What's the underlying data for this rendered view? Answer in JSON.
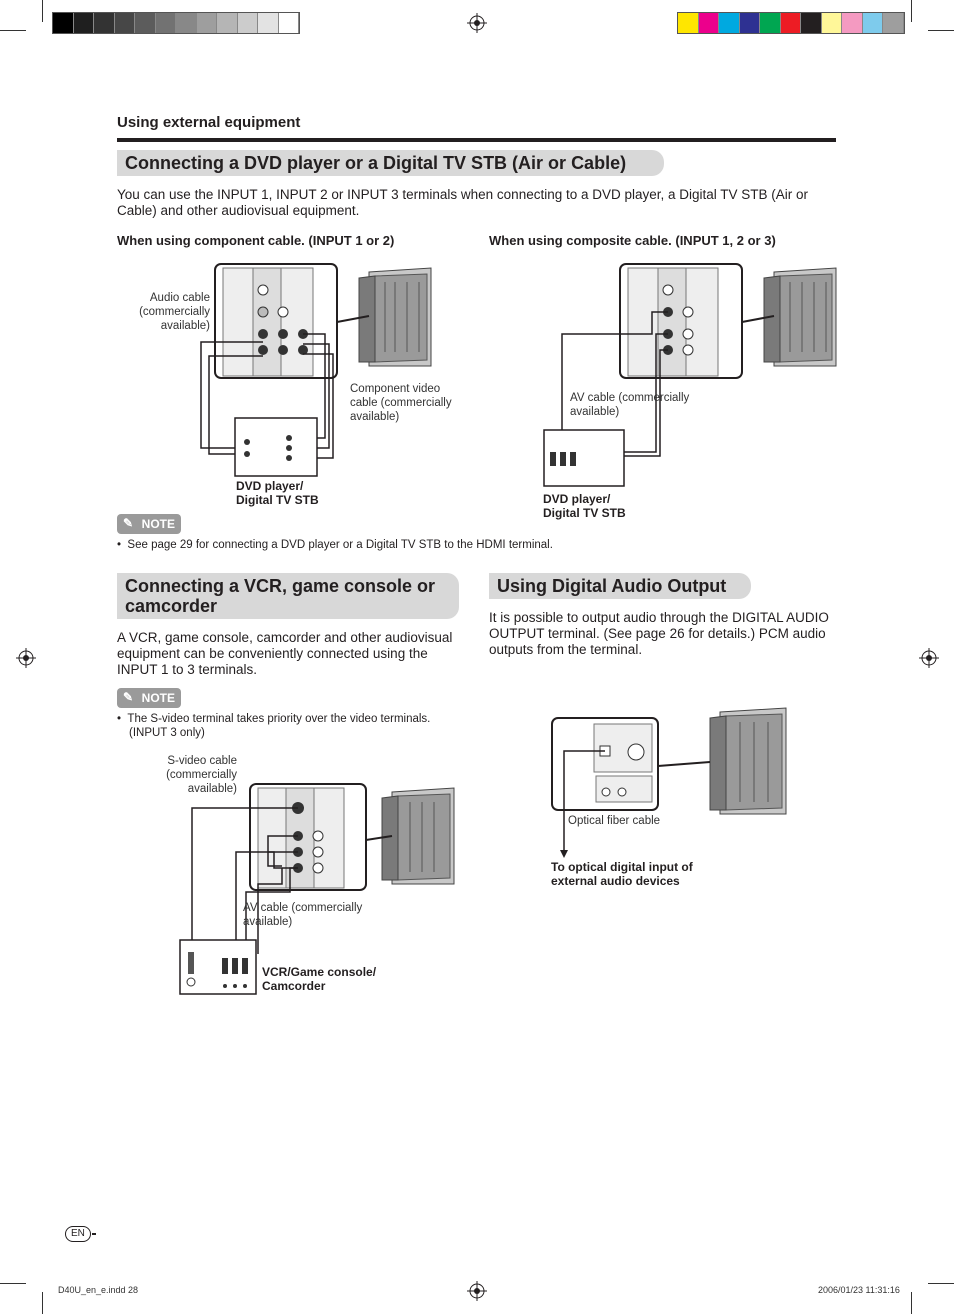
{
  "colors": {
    "grayscale": [
      "#000000",
      "#1f1f1f",
      "#333333",
      "#474747",
      "#5c5c5c",
      "#727272",
      "#888888",
      "#9e9e9e",
      "#b5b5b5",
      "#cccccc",
      "#e3e3e3",
      "#ffffff"
    ],
    "process": [
      "#ffe600",
      "#ec008c",
      "#00a9e0",
      "#2e3192",
      "#00a651",
      "#ed1c24",
      "#231f20",
      "#fff799",
      "#f49ac1",
      "#7ecbec",
      "#9e9e9e"
    ],
    "heading_bg": "#d8d8d8",
    "text": "#231f20"
  },
  "page": {
    "section": "Using external equipment",
    "page_lang": "EN",
    "footer_file": "D40U_en_e.indd   28",
    "footer_stamp": "2006/01/23   11:31:16"
  },
  "dvd": {
    "heading": "Connecting a DVD player or a Digital TV STB (Air or Cable)",
    "intro": "You can use the INPUT 1, INPUT 2 or INPUT 3 terminals when connecting to a DVD player, a Digital TV STB (Air or Cable) and other audiovisual equipment.",
    "component": {
      "title": "When using component cable. (INPUT 1 or 2)",
      "audio_cable": "Audio cable (commercially available)",
      "component_cable": "Component  video cable (commercially available)",
      "device": "DVD player/ Digital TV STB"
    },
    "composite": {
      "title": "When using composite cable. (INPUT 1, 2 or 3)",
      "av_cable": "AV cable (commercially available)",
      "device": "DVD player/ Digital TV STB"
    },
    "note_badge": "NOTE",
    "note": "See page 29 for connecting a DVD player or a Digital TV STB to the HDMI terminal."
  },
  "vcr": {
    "heading": "Connecting a VCR, game console or camcorder",
    "text": "A VCR, game console, camcorder and other audiovisual equipment can be conveniently connected using the INPUT 1 to 3 terminals.",
    "note_badge": "NOTE",
    "note": "The S-video terminal takes priority over the video terminals. (INPUT 3 only)",
    "svideo_cable": "S-video cable (commercially available)",
    "av_cable": "AV cable (commercially available)",
    "device": "VCR/Game console/ Camcorder"
  },
  "digital_audio": {
    "heading": "Using Digital Audio Output",
    "text": "It is possible to output audio through the DIGITAL AUDIO OUTPUT terminal. (See page 26 for details.) PCM audio outputs from the terminal.",
    "fiber_cable": "Optical fiber cable",
    "destination": "To optical digital input of external audio devices"
  }
}
